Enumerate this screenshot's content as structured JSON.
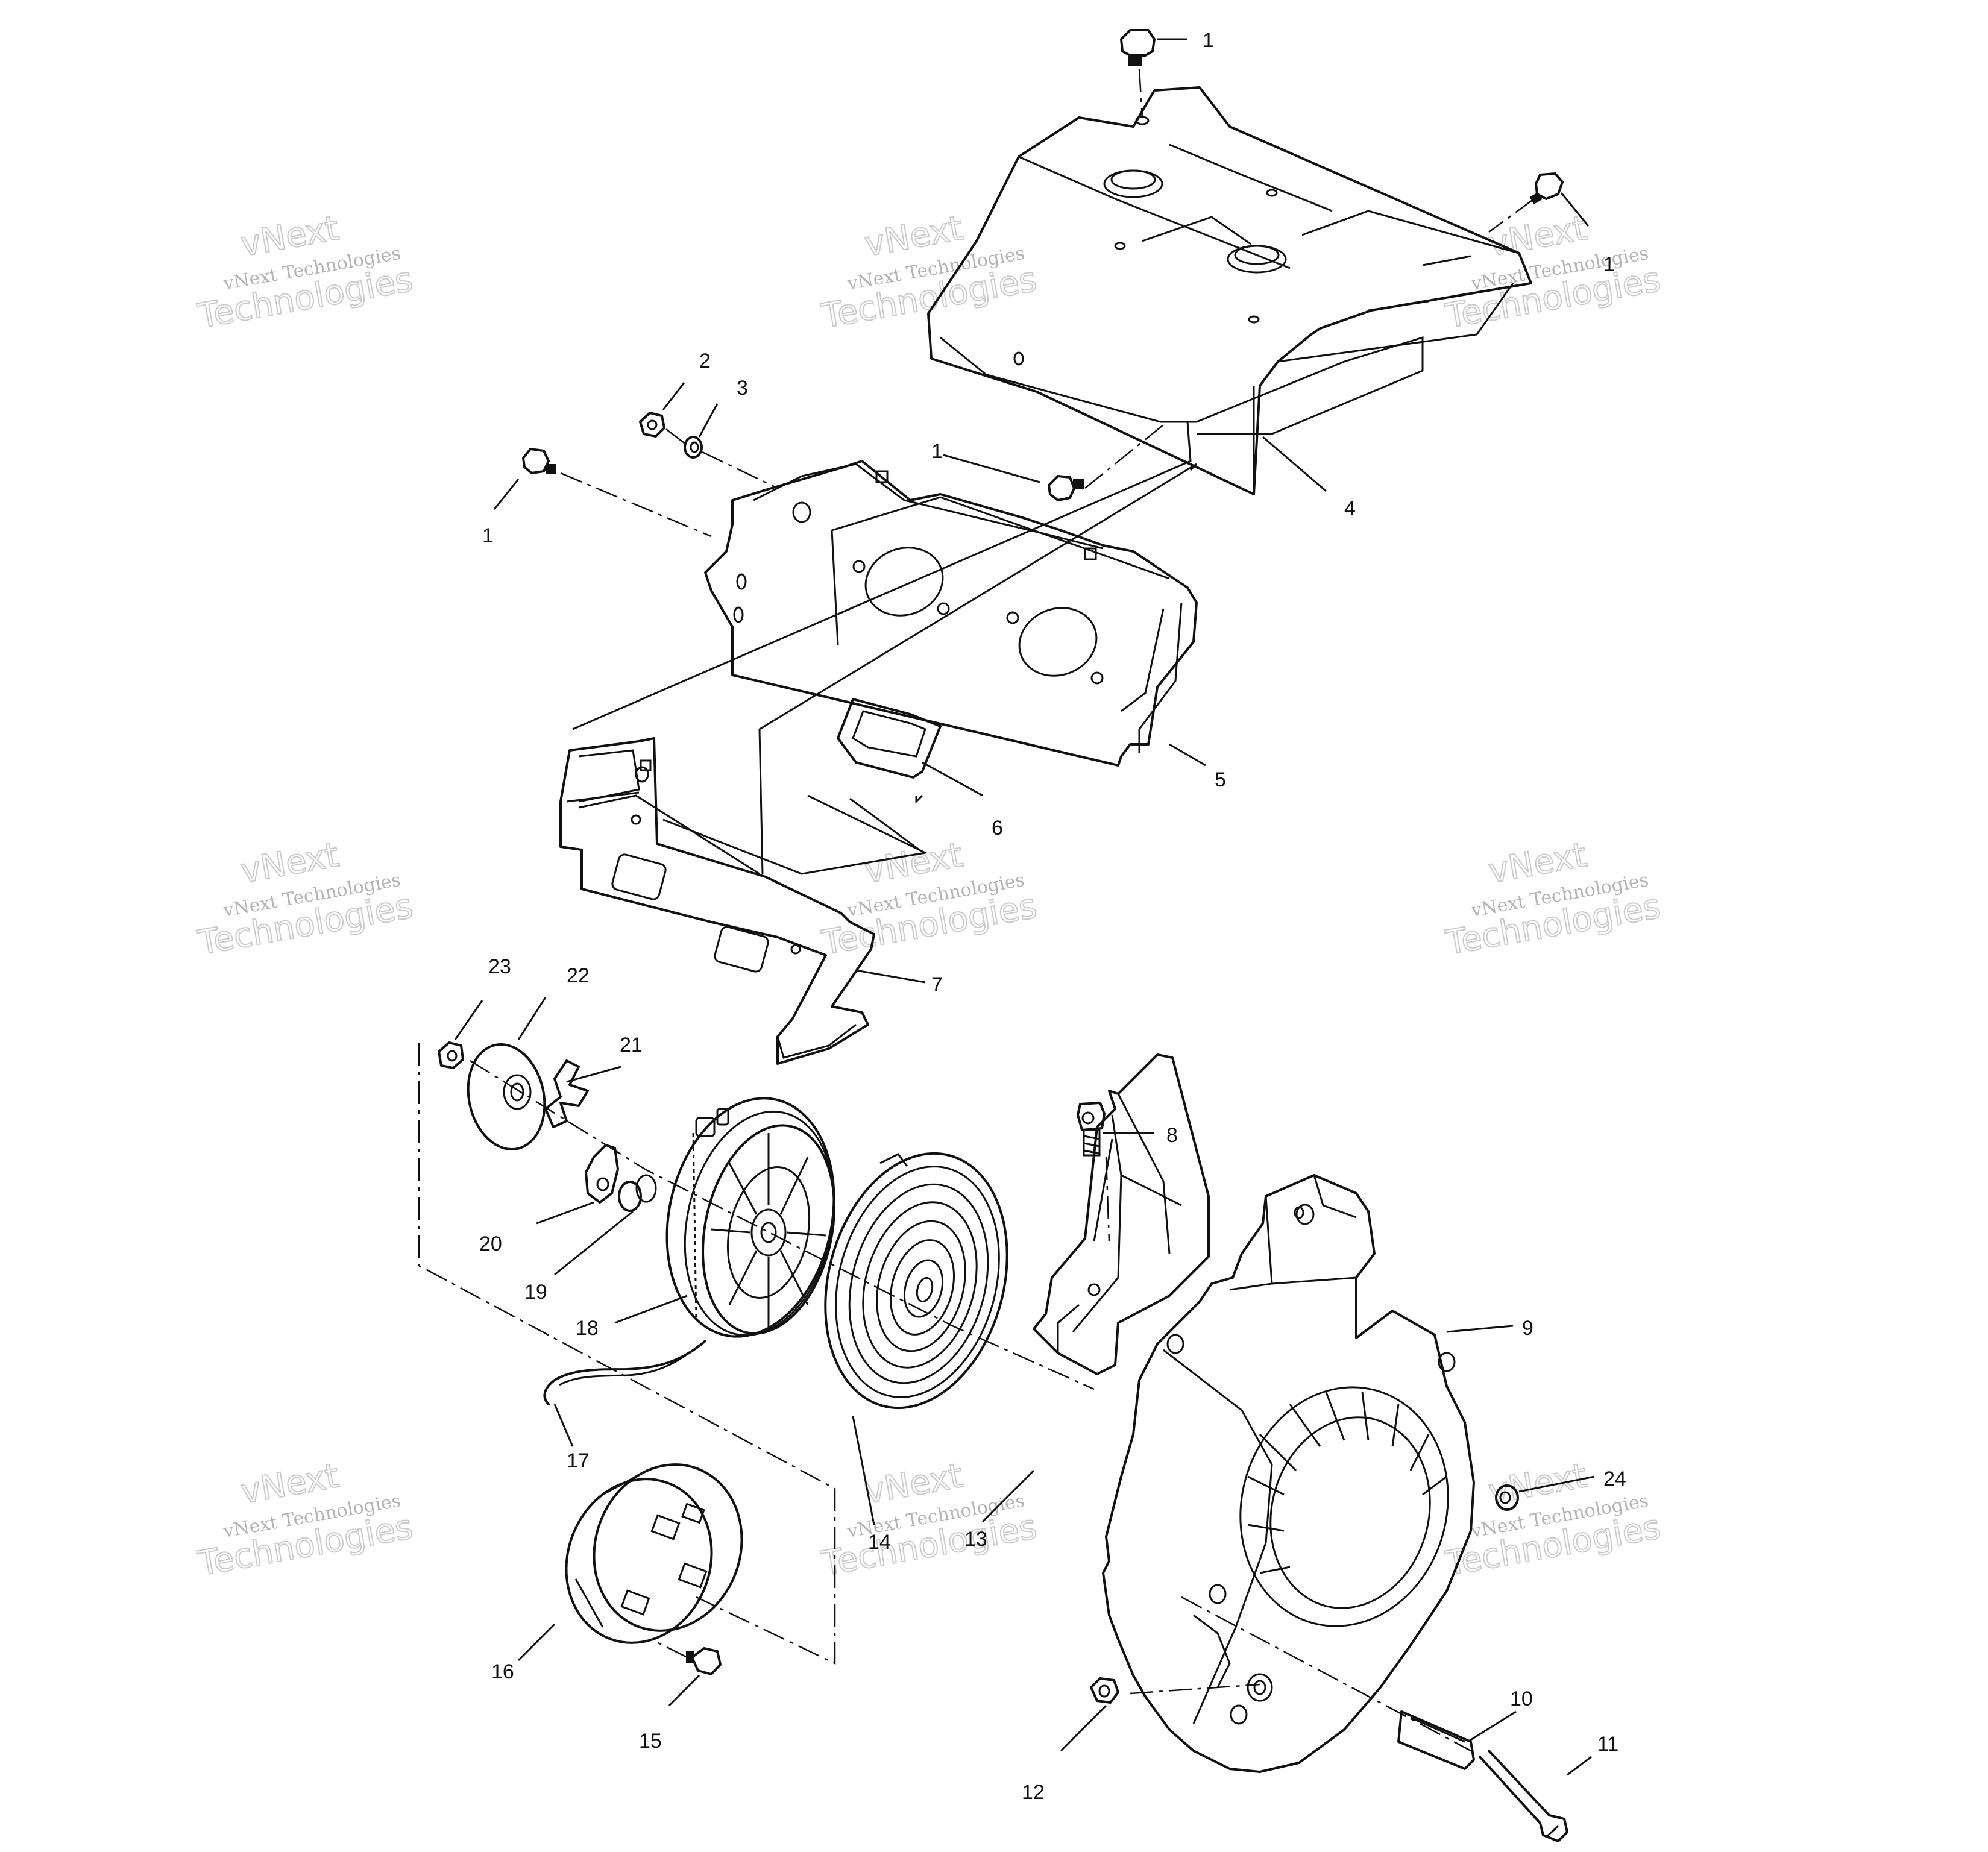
{
  "diagram": {
    "callouts": [
      {
        "id": "c1a",
        "text": "1"
      },
      {
        "id": "c1b",
        "text": "1"
      },
      {
        "id": "c1c",
        "text": "1"
      },
      {
        "id": "c1d",
        "text": "1"
      },
      {
        "id": "c2",
        "text": "2"
      },
      {
        "id": "c3",
        "text": "3"
      },
      {
        "id": "c4",
        "text": "4"
      },
      {
        "id": "c5",
        "text": "5"
      },
      {
        "id": "c6",
        "text": "6"
      },
      {
        "id": "c7",
        "text": "7"
      },
      {
        "id": "c8",
        "text": "8"
      },
      {
        "id": "c9",
        "text": "9"
      },
      {
        "id": "c10",
        "text": "10"
      },
      {
        "id": "c11",
        "text": "11"
      },
      {
        "id": "c12",
        "text": "12"
      },
      {
        "id": "c13",
        "text": "13"
      },
      {
        "id": "c14",
        "text": "14"
      },
      {
        "id": "c15",
        "text": "15"
      },
      {
        "id": "c16",
        "text": "16"
      },
      {
        "id": "c17",
        "text": "17"
      },
      {
        "id": "c18",
        "text": "18"
      },
      {
        "id": "c19",
        "text": "19"
      },
      {
        "id": "c20",
        "text": "20"
      },
      {
        "id": "c21",
        "text": "21"
      },
      {
        "id": "c22",
        "text": "22"
      },
      {
        "id": "c23",
        "text": "23"
      },
      {
        "id": "c24",
        "text": "24"
      }
    ],
    "watermark": {
      "line_small": "vNext Technologies",
      "line_top": "vNext",
      "line_big": "Technologies"
    }
  }
}
